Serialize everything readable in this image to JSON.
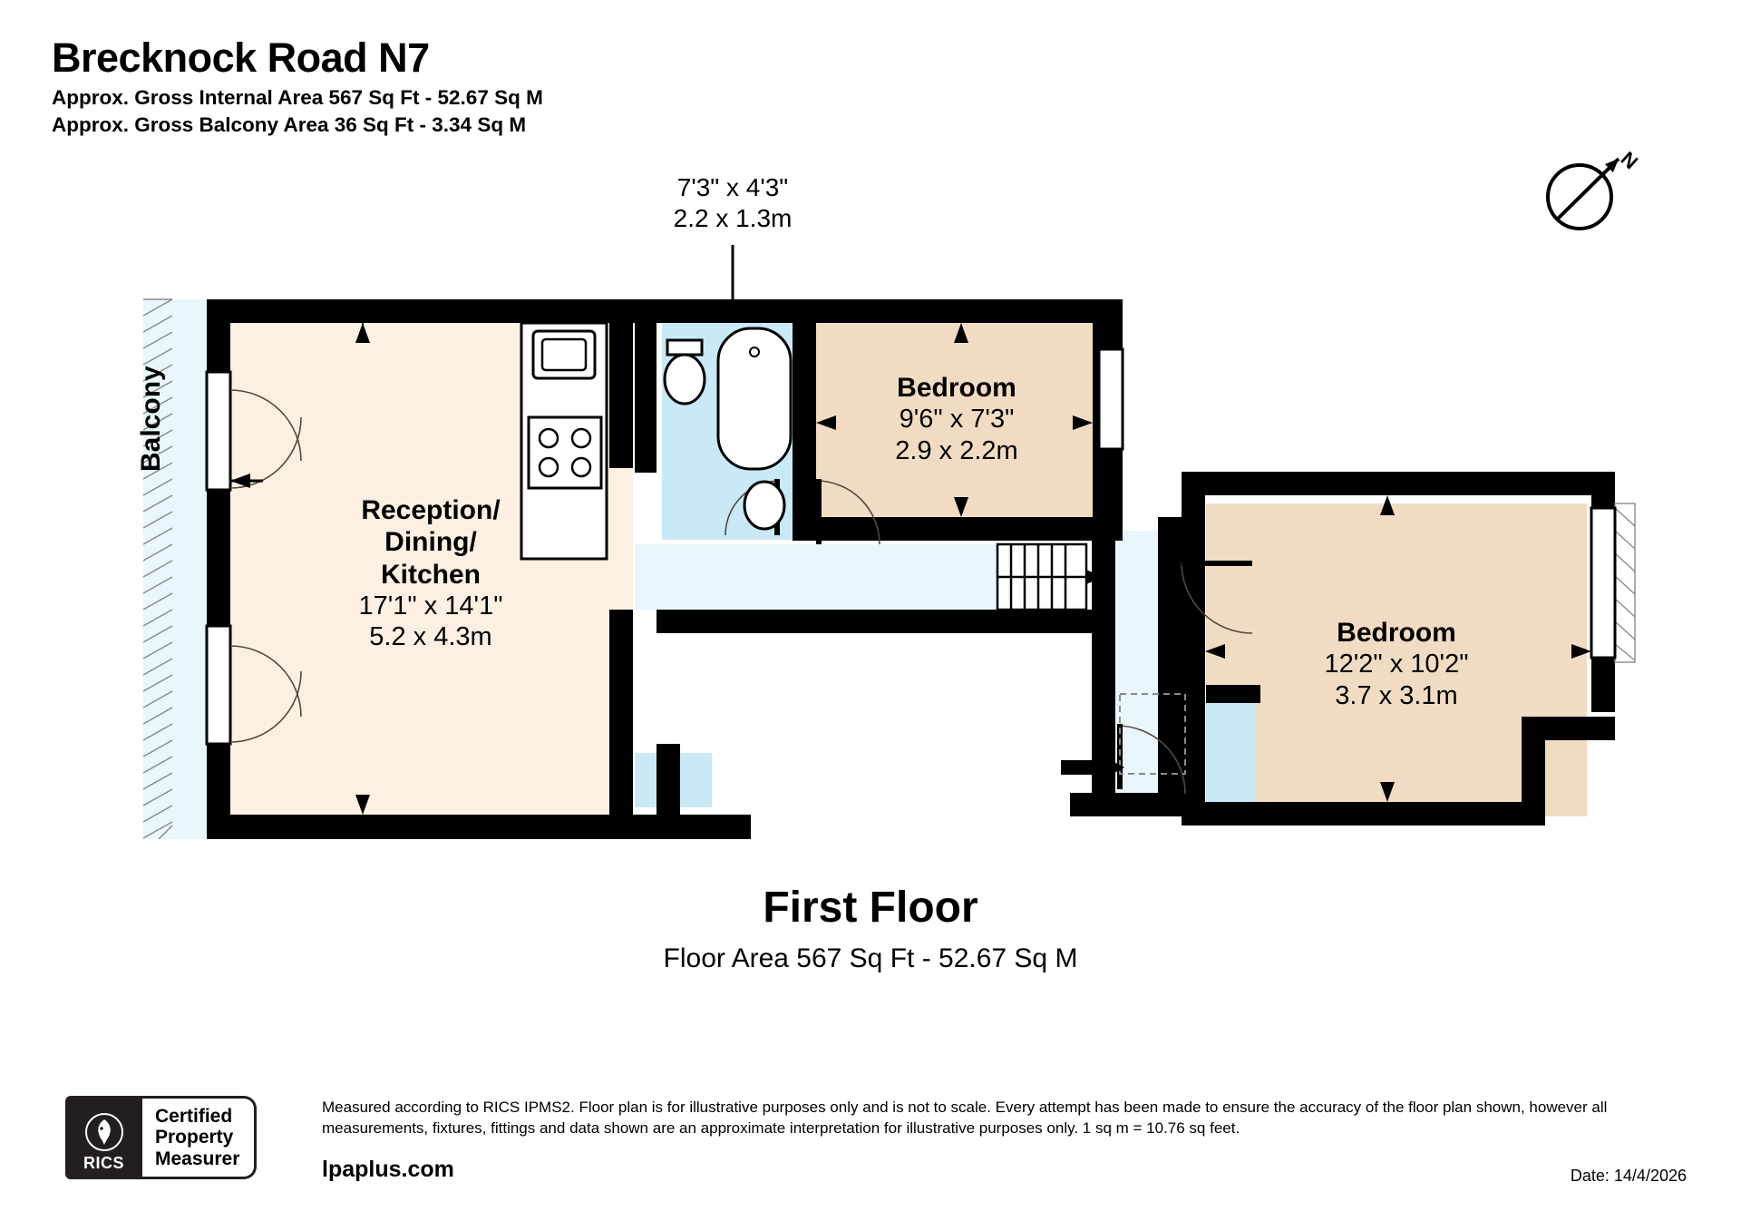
{
  "header": {
    "title": "Brecknock Road N7",
    "internal_area": "Approx. Gross Internal Area 567 Sq Ft - 52.67 Sq M",
    "balcony_area": "Approx. Gross Balcony Area 36 Sq Ft - 3.34 Sq M"
  },
  "compass": {
    "label": "N",
    "icon": "compass-icon"
  },
  "plan": {
    "balcony_label": "Balcony",
    "bathroom_callout": {
      "imperial": "7'3\" x 4'3\"",
      "metric": "2.2 x 1.3m"
    },
    "rooms": [
      {
        "name_line1": "Reception/",
        "name_line2": "Dining/",
        "name_line3": "Kitchen",
        "imperial": "17'1\" x 14'1\"",
        "metric": "5.2 x 4.3m"
      },
      {
        "name": "Bedroom",
        "imperial": "9'6\" x 7'3\"",
        "metric": "2.9 x 2.2m"
      },
      {
        "name": "Bedroom",
        "imperial": "12'2\" x 10'2\"",
        "metric": "3.7 x 3.1m"
      }
    ]
  },
  "floor": {
    "name": "First Floor",
    "area": "Floor Area 567 Sq Ft - 52.67 Sq M"
  },
  "footer": {
    "rics_wordmark": "RICS",
    "cert_line1": "Certified",
    "cert_line2": "Property",
    "cert_line3": "Measurer",
    "disclaimer": "Measured according to RICS IPMS2. Floor plan is for illustrative purposes only and is not to scale. Every attempt has been made to ensure the accuracy of the floor plan shown, however all measurements, fixtures, fittings and data shown are an approximate interpretation for illustrative purposes only. 1 sq m = 10.76 sq feet.",
    "site_url": "lpaplus.com",
    "date": "Date: 14/4/2026"
  },
  "colors": {
    "wall": "#000000",
    "room_warm": "#fdf0e2",
    "room_tan": "#f1dcc3",
    "wet_area": "#c9e9f7",
    "hall": "#e9f6fd",
    "text": "#000000"
  }
}
